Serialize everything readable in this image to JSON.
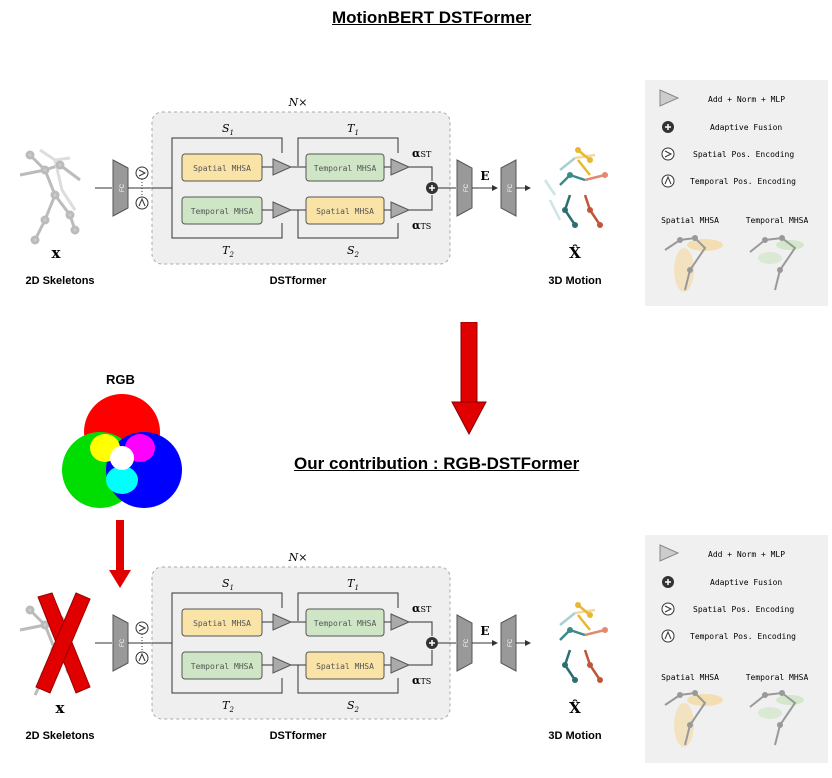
{
  "title": "MotionBERT DSTFormer",
  "contribution_title": "Our contribution : RGB-DSTFormer",
  "rgb_label": "RGB",
  "colors": {
    "spatial_block": "#f9e3a7",
    "temporal_block": "#cfe6c6",
    "arrow_red": "#e00000",
    "legend_bg": "#f0f0f0",
    "module_bg": "#efefef"
  },
  "diagram": {
    "repeat": "N×",
    "input_symbol": "x",
    "output_symbol": "X̂",
    "input_label": "2D Skeletons",
    "module_label": "DSTformer",
    "output_label": "3D Motion",
    "fc_label": "FC",
    "embedding_label": "E",
    "s1": "S",
    "s1_sub": "1",
    "s2": "S",
    "s2_sub": "2",
    "t1": "T",
    "t1_sub": "1",
    "t2": "T",
    "t2_sub": "2",
    "alpha": "α",
    "alpha_st_sub": "ST",
    "alpha_ts_sub": "TS",
    "stream1_block1": "Spatial MHSA",
    "stream1_block2": "Temporal MHSA",
    "stream2_block1": "Temporal MHSA",
    "stream2_block2": "Spatial MHSA"
  },
  "legend": {
    "items": [
      {
        "icon": "triangle-icon",
        "label": "Add + Norm + MLP"
      },
      {
        "icon": "plus-circle-icon",
        "label": "Adaptive Fusion"
      },
      {
        "icon": "spatial-encoding-icon",
        "label": "Spatial Pos. Encoding"
      },
      {
        "icon": "temporal-encoding-icon",
        "label": "Temporal Pos. Encoding"
      }
    ],
    "spatial_caption": "Spatial MHSA",
    "temporal_caption": "Temporal MHSA"
  }
}
